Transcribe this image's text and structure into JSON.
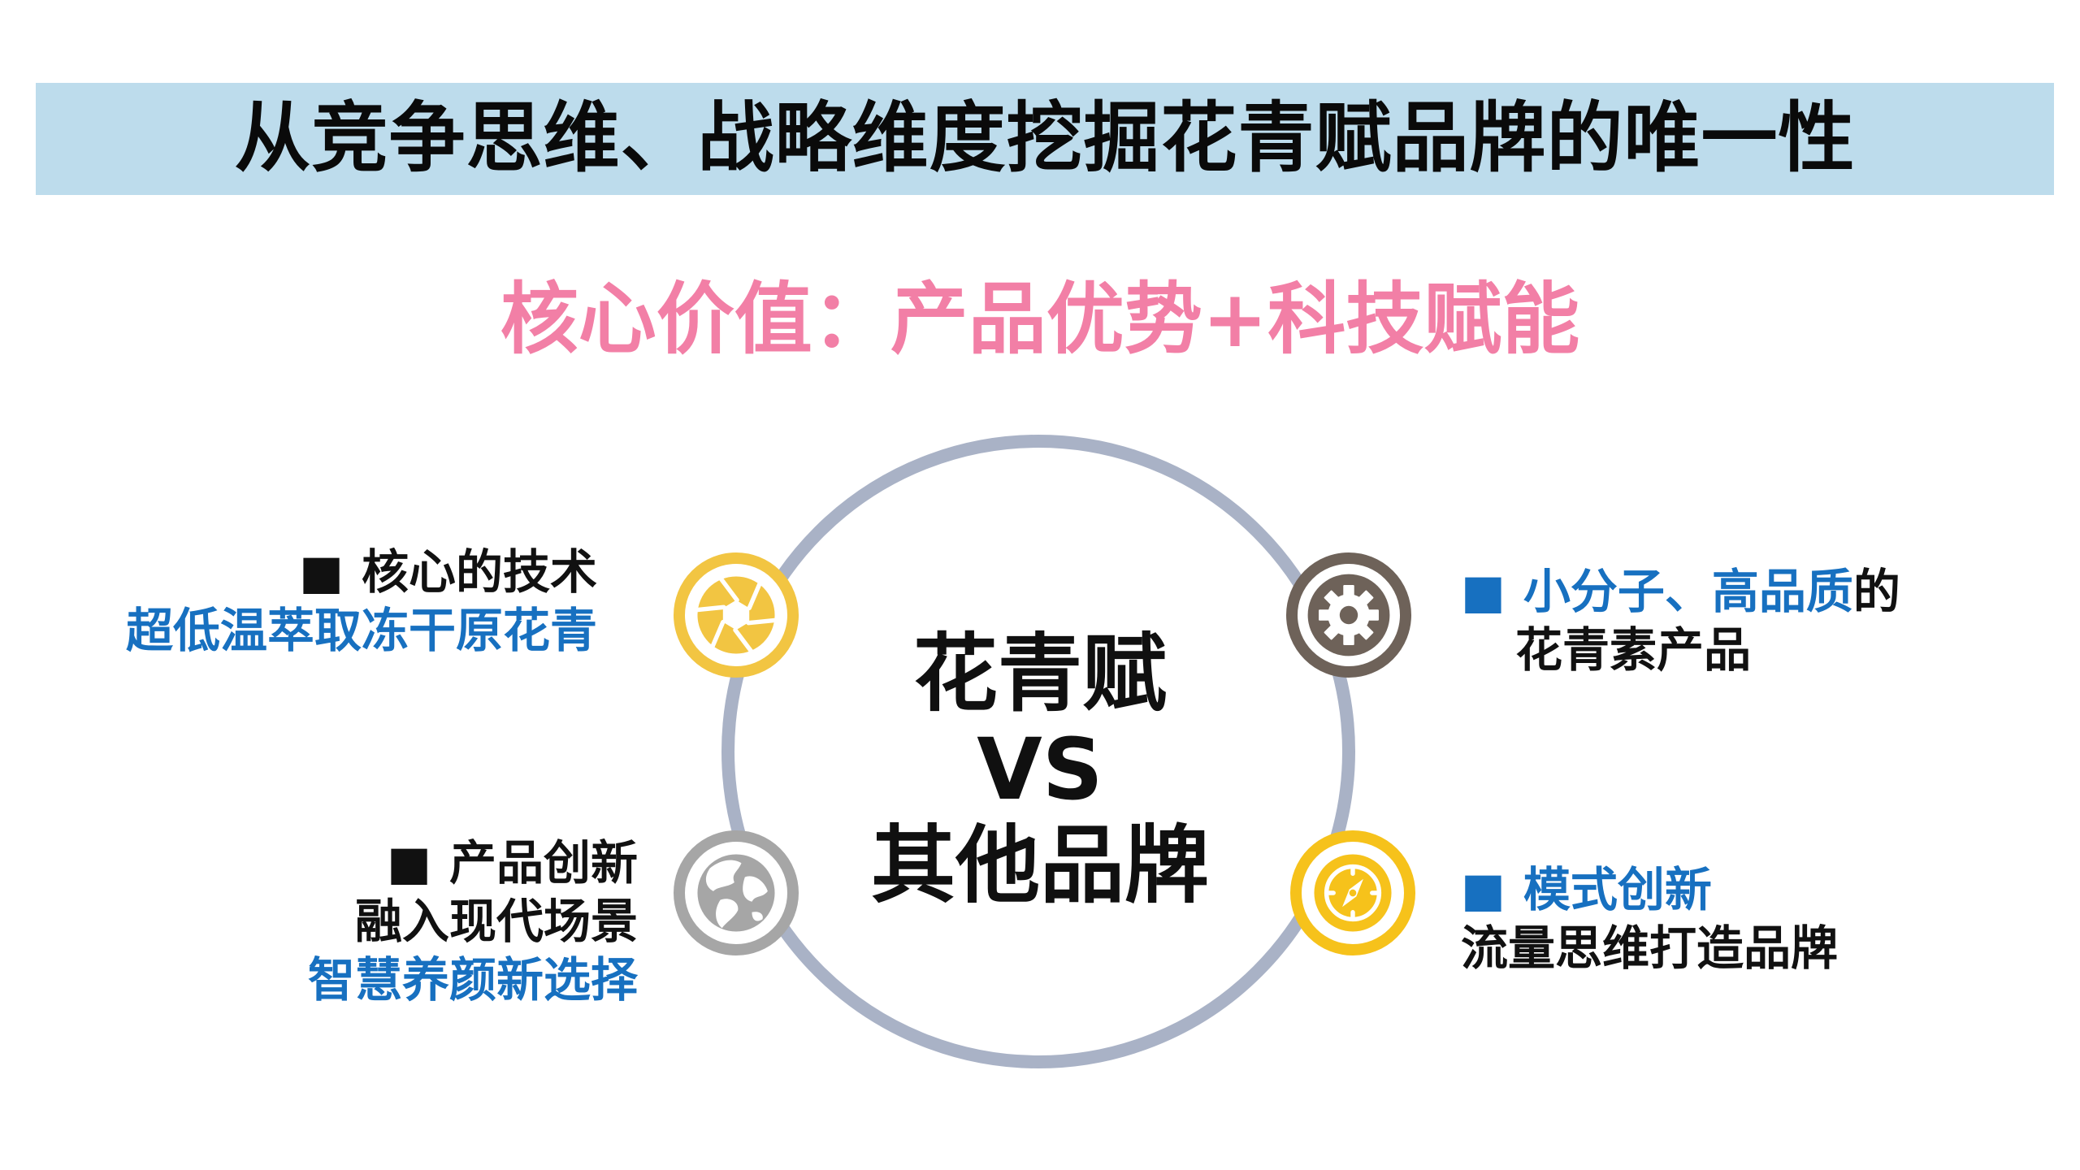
{
  "header": {
    "title": "从竞争思维、战略维度挖掘花青赋品牌的唯一性"
  },
  "subtitle": "核心价值：产品优势+科技赋能",
  "center": {
    "line1": "花青赋",
    "line2": "VS",
    "line3": "其他品牌"
  },
  "items": {
    "top_left": {
      "bullet": "■",
      "heading": "核心的技术",
      "detail": "超低温萃取冻干原花青",
      "icon": "aperture-icon"
    },
    "bottom_left": {
      "bullet": "■",
      "heading": "产品创新",
      "detail1": "融入现代场景",
      "detail2": "智慧养颜新选择",
      "icon": "globe-icon"
    },
    "top_right": {
      "bullet": "■",
      "heading_blue": "小分子、高品质",
      "heading_black": "的",
      "detail": "花青素产品",
      "icon": "gear-icon"
    },
    "bottom_right": {
      "bullet": "■",
      "heading": "模式创新",
      "detail": "流量思维打造品牌",
      "icon": "compass-icon"
    }
  },
  "colors": {
    "title_band": "#bddcec",
    "subtitle_pink": "#f27fa6",
    "ring_gray": "#a9b2c6",
    "accent_blue": "#1770c0",
    "aperture_yellow": "#f2c542",
    "gear_brown": "#6e6259",
    "globe_gray": "#a6a6a6",
    "compass_yellow": "#f6c21b"
  }
}
